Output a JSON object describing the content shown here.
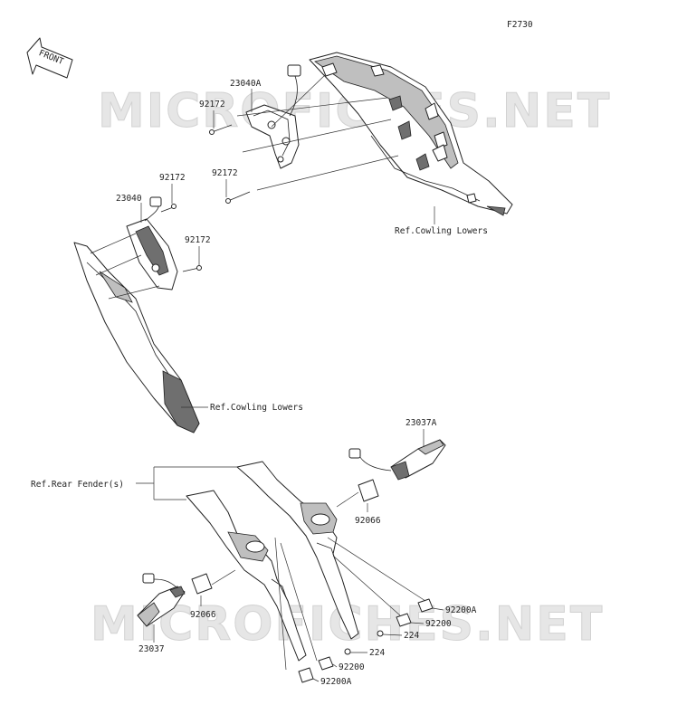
{
  "figure_code": "F2730",
  "front_arrow_label": "FRONT",
  "watermarks": [
    "MICROFICHES.NET",
    "MICROFICHES.NET"
  ],
  "labels": {
    "p23040A": "23040A",
    "p92172_a": "92172",
    "p92172_b": "92172",
    "p92172_c": "92172",
    "p92172_d": "92172",
    "p23040": "23040",
    "ref_cowling_upper": "Ref.Cowling Lowers",
    "ref_cowling_lower": "Ref.Cowling Lowers",
    "ref_rear_fender": "Ref.Rear Fender(s)",
    "p23037A": "23037A",
    "p92066_right": "92066",
    "p92066_left": "92066",
    "p23037": "23037",
    "p92200A_right": "92200A",
    "p92200_right": "92200",
    "p224_right": "224",
    "p224_left": "224",
    "p92200_left": "92200",
    "p92200A_left": "92200A"
  },
  "colors": {
    "line": "#222222",
    "shade_light": "#bfbfbf",
    "shade_dark": "#6f6f6f",
    "watermark": "#e6e6e6"
  }
}
